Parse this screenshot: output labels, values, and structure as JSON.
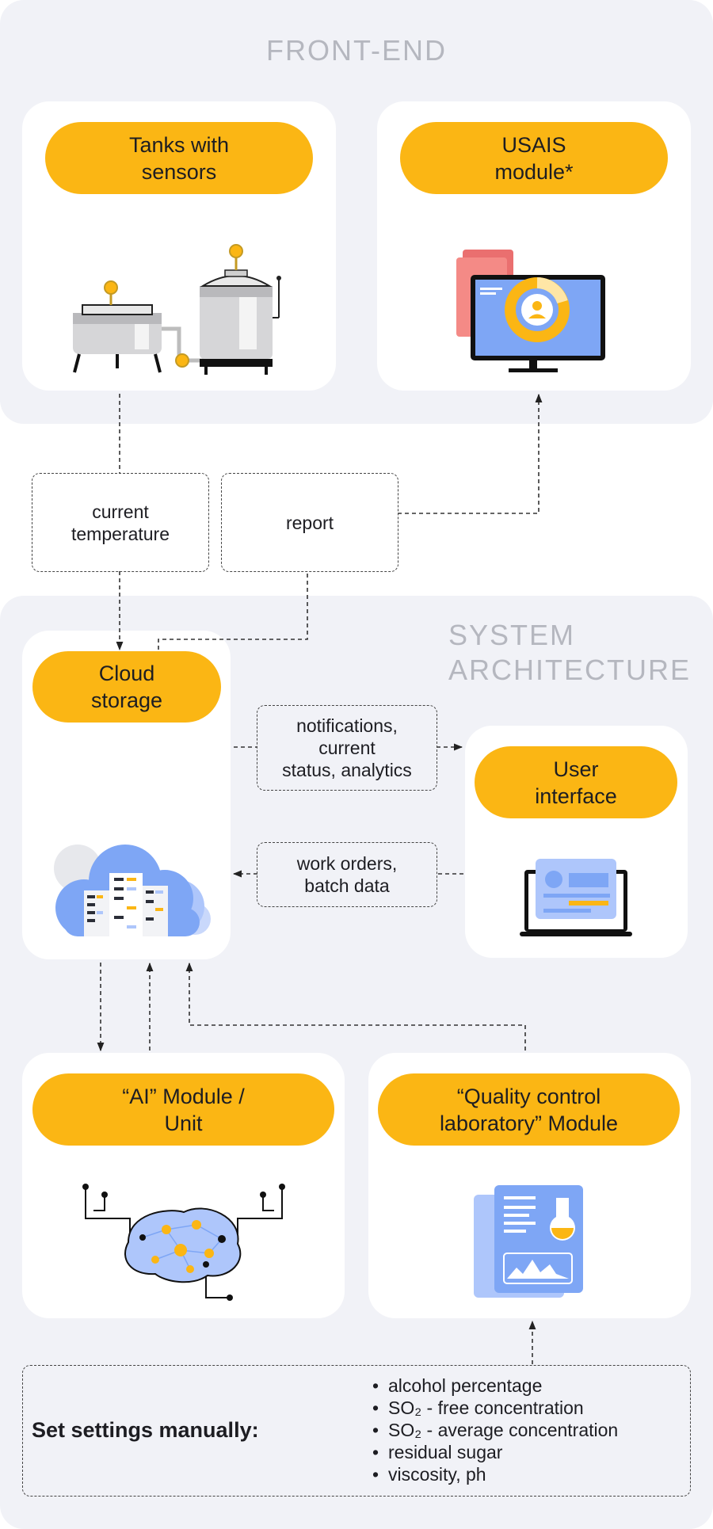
{
  "frontend": {
    "title": "FRONT-END"
  },
  "system": {
    "title": "SYSTEM\nARCHITECTURE"
  },
  "nodes": {
    "tanks": "Tanks with\nsensors",
    "usais": "USAIS\nmodule*",
    "cloud": "Cloud\nstorage",
    "ui": "User\ninterface",
    "ai": "“AI” Module /\nUnit",
    "qc": "“Quality control\nlaboratory” Module"
  },
  "flows": {
    "current_temperature": "current\ntemperature",
    "report": "report",
    "notifications": "notifications,\ncurrent\nstatus, analytics",
    "work_orders": "work orders,\nbatch data"
  },
  "settings": {
    "label": "Set settings manually:",
    "items": [
      "alcohol percentage",
      "SO₂ - free concentration",
      "SO₂ - average concentration",
      "residual sugar",
      "viscosity, ph"
    ]
  },
  "colors": {
    "accent": "#fbb614",
    "panel": "#f1f2f7",
    "blue": "#7ea6f5",
    "light_blue": "#aec6fb"
  }
}
